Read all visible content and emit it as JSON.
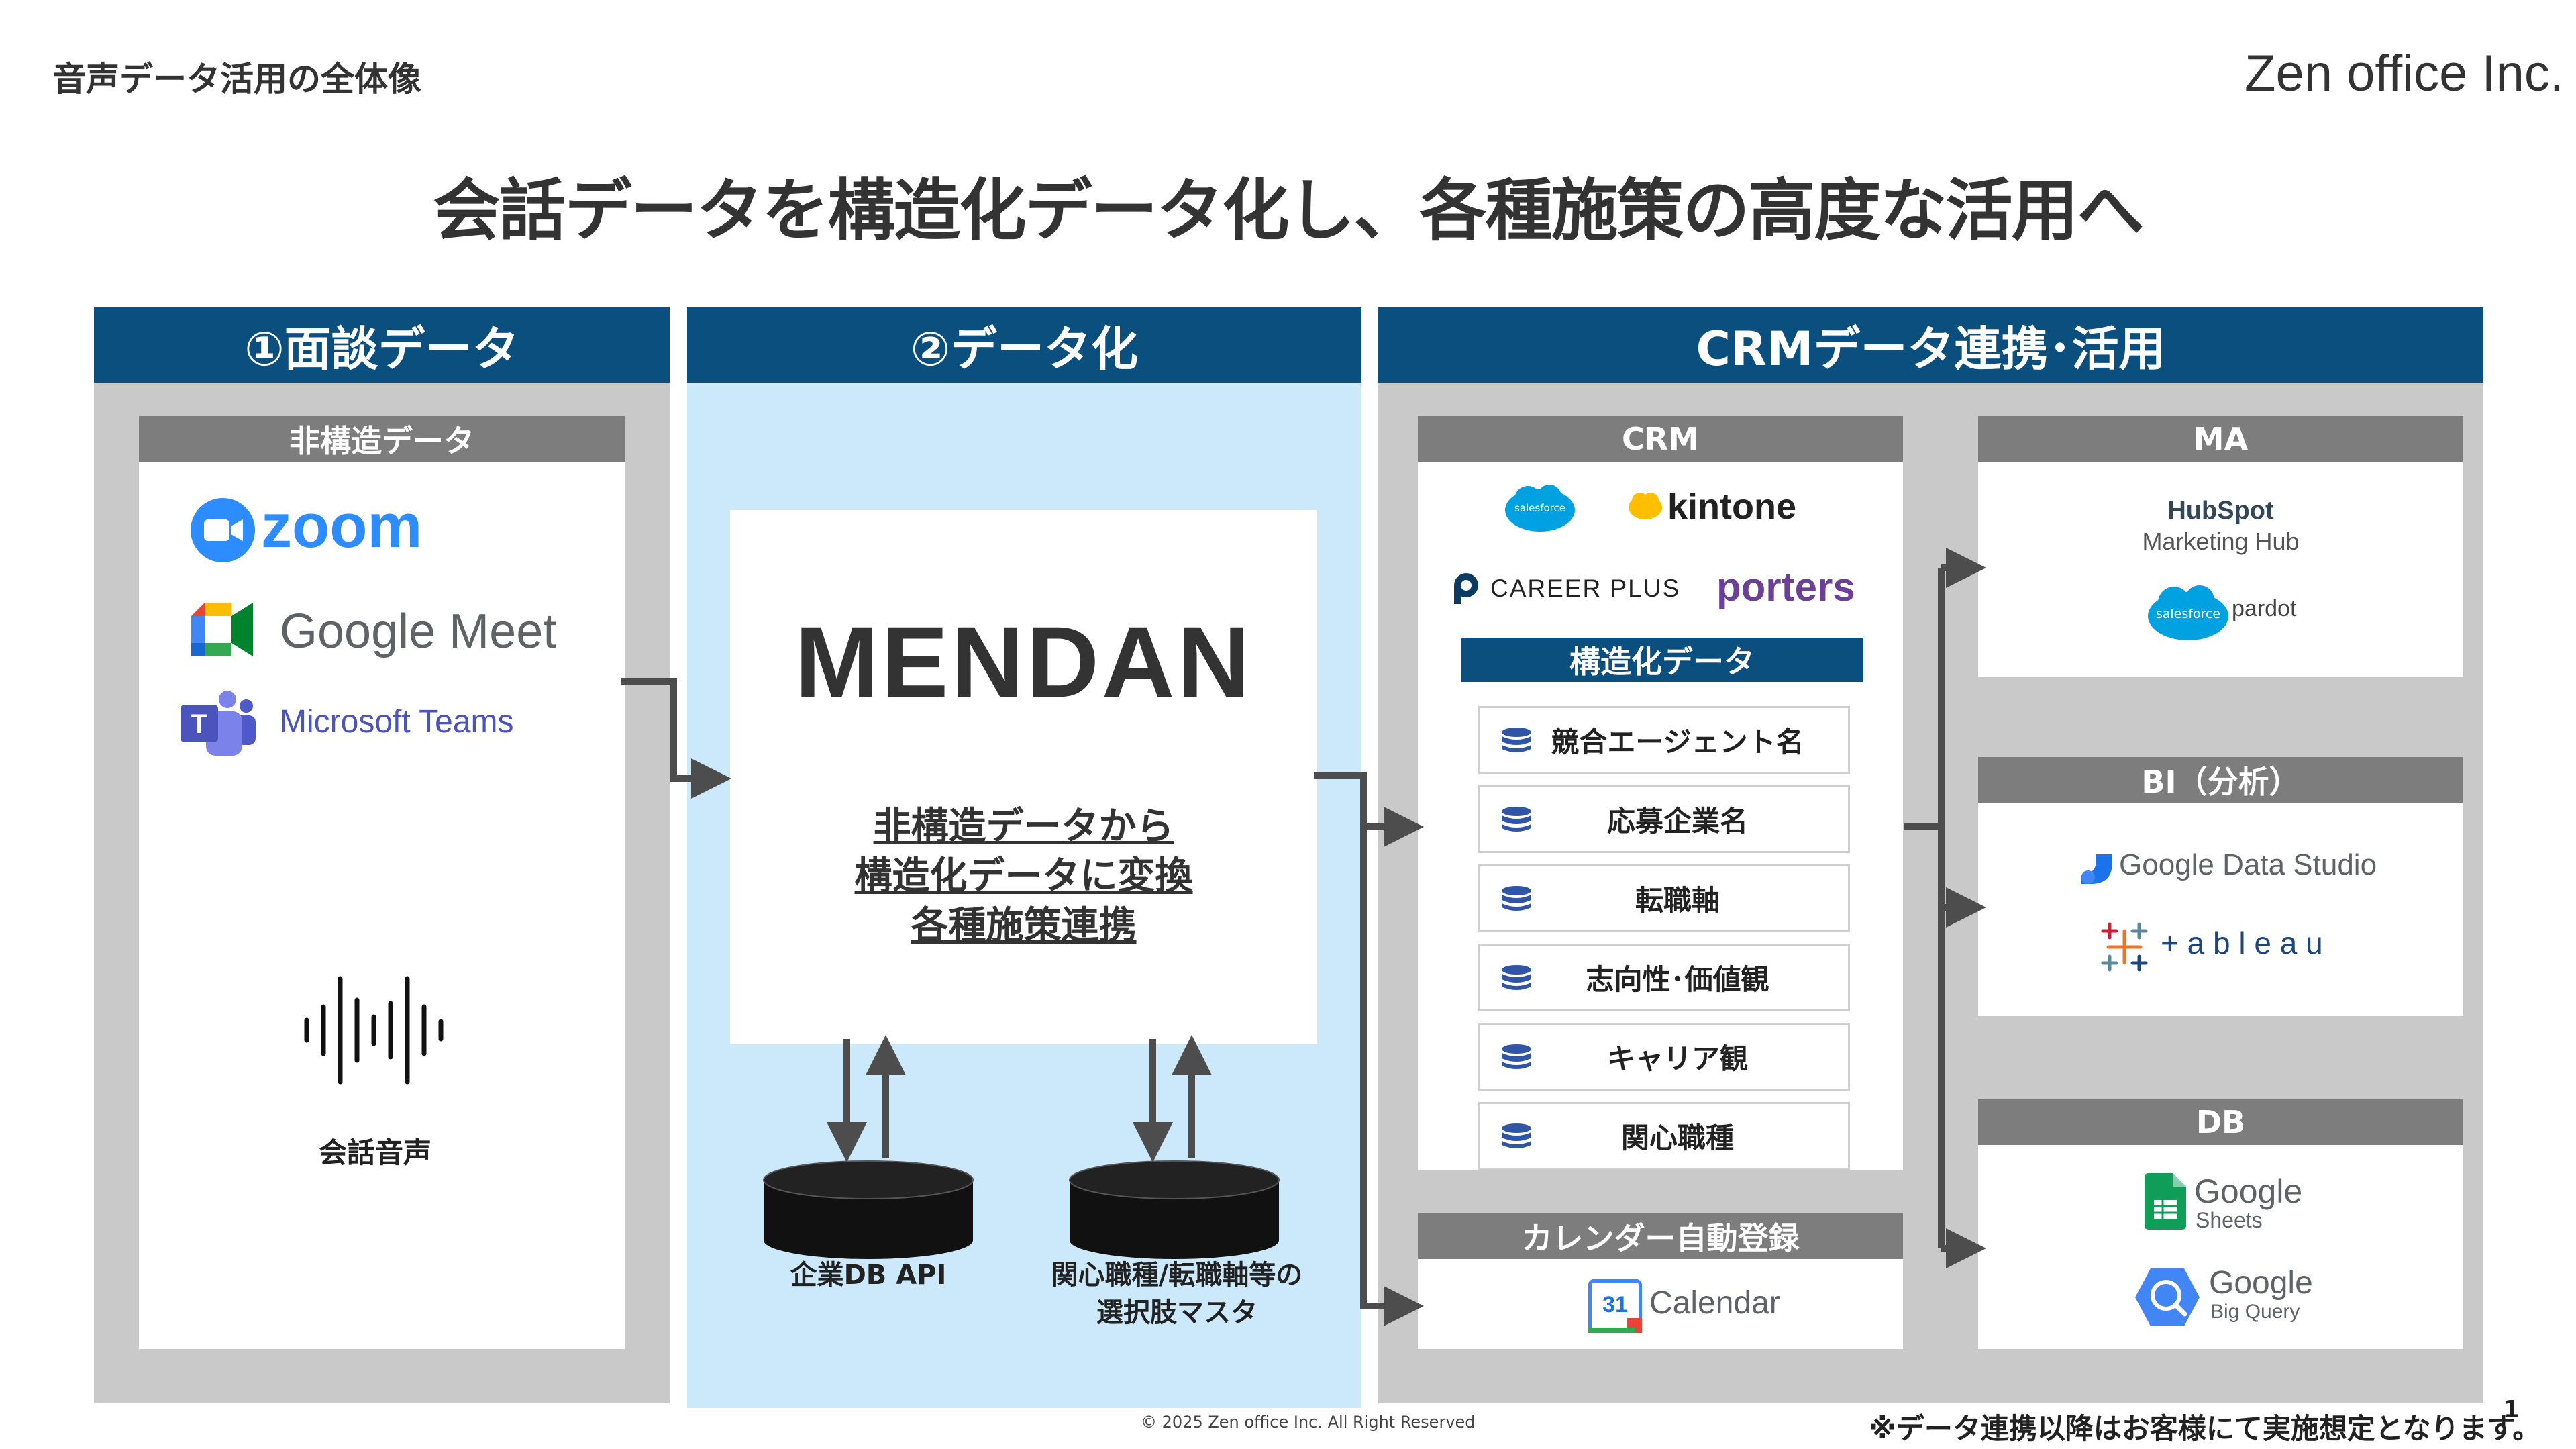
{
  "header": {
    "section_label": "音声データ活用の全体像",
    "company": "Zen office Inc."
  },
  "title": "会話データを構造化データ化し、各種施策の高度な活用へ",
  "columns": {
    "col1": {
      "heading": "①面談データ",
      "panel_heading": "非構造データ",
      "logos": {
        "zoom": "zoom",
        "meet": "Google Meet",
        "teams": "Microsoft Teams"
      },
      "audio_label": "会話音声"
    },
    "col2": {
      "heading": "②データ化",
      "brand": "MENDAN",
      "desc": [
        "非構造データから",
        "構造化データに変換",
        "各種施策連携"
      ],
      "db1_label": "企業DB API",
      "db2_label_1": "関心職種/転職軸等の",
      "db2_label_2": "選択肢マスタ"
    },
    "col3": {
      "heading": "CRMデータ連携･活用",
      "crm": {
        "heading": "CRM",
        "salesforce": "salesforce",
        "kintone": "kintone",
        "career_plus": "CAREER PLUS",
        "porters": "porters",
        "structured_heading": "構造化データ",
        "items": [
          "競合エージェント名",
          "応募企業名",
          "転職軸",
          "志向性･価値観",
          "キャリア観",
          "関心職種"
        ]
      },
      "calendar": {
        "heading": "カレンダー自動登録",
        "badge": "31",
        "label": "Calendar"
      },
      "ma": {
        "heading": "MA",
        "hubspot": "HubSpot",
        "hubspot_sub": "Marketing Hub",
        "salesforce": "salesforce",
        "pardot": "pardot"
      },
      "bi": {
        "heading": "BI（分析）",
        "gds": "Google Data Studio",
        "tableau": "+ a b l e a u"
      },
      "db": {
        "heading": "DB",
        "sheets_1": "Google",
        "sheets_2": "Sheets",
        "bq_1": "Google",
        "bq_2": "Big Query"
      }
    }
  },
  "footer": {
    "copyright": "© 2025 Zen office Inc. All Right Reserved",
    "note": "※データ連携以降はお客様にて実施想定となります。",
    "page": "1"
  },
  "colors": {
    "navy": "#0b4f7e",
    "gray_bg": "#c9c9c9",
    "light_blue": "#cce9fb",
    "panel_head": "#7d7d7d",
    "arrow": "#4d4d4d"
  }
}
